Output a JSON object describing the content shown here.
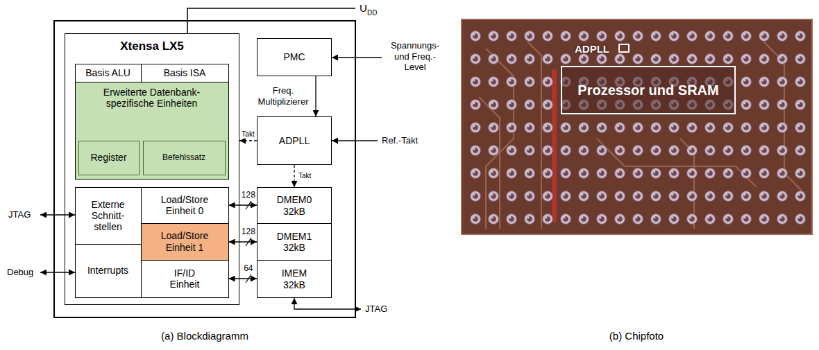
{
  "diagram": {
    "nodes": [
      {
        "text": [
          "Xtensa LX5"
        ]
      },
      {
        "text": [
          "Basis ALU"
        ],
        "in": 0
      },
      {
        "text": [
          "Basis ISA"
        ],
        "in": 0
      },
      {
        "text": [
          "Erweiterte Datenbank- spezifische Einheiten"
        ],
        "in": 0
      },
      {
        "text": [
          "Register"
        ],
        "in": 3
      },
      {
        "text": [
          "Befehlssatz"
        ],
        "in": 3
      },
      {
        "text": [
          "Externe Schnitt- stellen"
        ],
        "in": 0
      },
      {
        "text": [
          "Load/Store Einheit 0"
        ],
        "in": 0
      },
      {
        "text": [
          "Load/Store Einheit 1"
        ],
        "in": 0
      },
      {
        "text": [
          "Interrupts"
        ],
        "in": 0
      },
      {
        "text": [
          "IF/ID Einheit"
        ],
        "in": 0
      },
      {
        "text": [
          "PMC"
        ]
      },
      {
        "text": [
          "ADPLL"
        ]
      },
      {
        "text": [
          "DMEM0 32kB"
        ]
      },
      {
        "text": [
          "DMEM1 32kB"
        ]
      },
      {
        "text": [
          "IMEM 32kB"
        ]
      },
      {
        "text": [
          "Prozessor und SRAM"
        ]
      }
    ],
    "edges": [
      {
        "from": 11,
        "to": 12,
        "arrow": "to",
        "label": "Freq. Multiplizierer"
      },
      {
        "from": 12,
        "to": 0,
        "arrow": "to",
        "label": "Takt"
      },
      {
        "from": 12,
        "to": 13,
        "arrow": "to",
        "label": "Takt"
      },
      {
        "from": 7,
        "to": 13,
        "arrow": "both",
        "label": "128"
      },
      {
        "from": 8,
        "to": 14,
        "arrow": "both",
        "label": "128"
      },
      {
        "from": 10,
        "to": 15,
        "arrow": "both",
        "label": "64"
      }
    ],
    "labels": [
      "U",
      "DD",
      "Spannungs- und Freq.- Level",
      "Ref.-Takt",
      "JTAG",
      "Debug",
      "JTAG",
      "ADPLL",
      "(a) Blockdiagramm",
      "(b) Chipfoto"
    ]
  }
}
